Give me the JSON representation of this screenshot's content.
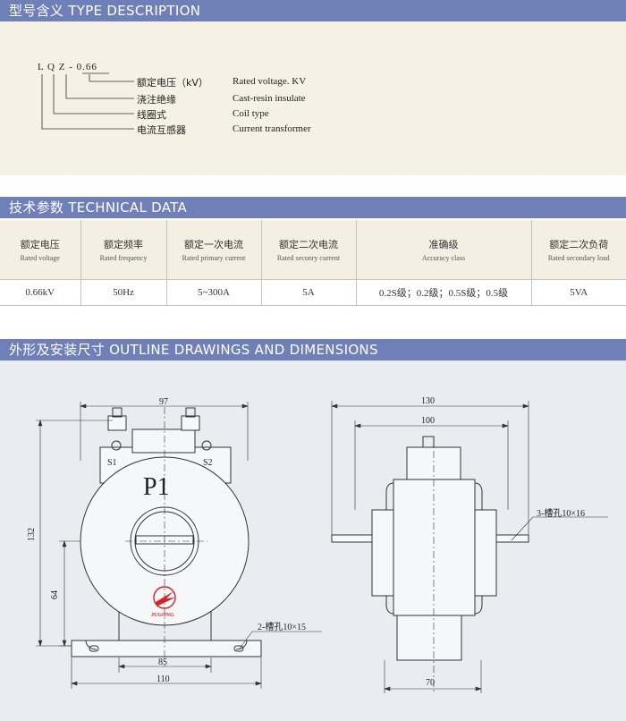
{
  "sections": {
    "type_desc": "型号含义 TYPE DESCRIPTION",
    "tech_data": "技术参数 TECHNICAL DATA",
    "outline": "外形及安装尺寸 OUTLINE DRAWINGS AND DIMENSIONS"
  },
  "type_description": {
    "model": "L Q Z - 0.66",
    "rows": [
      {
        "cn": "额定电压（kV）",
        "en": "Rated voltage. KV"
      },
      {
        "cn": "浇注绝缘",
        "en": "Cast-resin insulate"
      },
      {
        "cn": "线圈式",
        "en": "Coil type"
      },
      {
        "cn": "电流互感器",
        "en": "Current transformer"
      }
    ]
  },
  "technical_data": {
    "headers": [
      {
        "cn": "额定电压",
        "en": "Rated voltage"
      },
      {
        "cn": "额定频率",
        "en": "Rated frequency"
      },
      {
        "cn": "额定一次电流",
        "en": "Rated primary current"
      },
      {
        "cn": "额定二次电流",
        "en": "Rated seconry current"
      },
      {
        "cn": "准确级",
        "en": "Accuracy class"
      },
      {
        "cn": "额定二次负荷",
        "en": "Rated secondary load"
      }
    ],
    "values": [
      "0.66kV",
      "50Hz",
      "5~300A",
      "5A",
      "0.2S级；0.2级；0.5S级；0.5级",
      "5VA"
    ]
  },
  "drawing": {
    "front": {
      "label_p1": "P1",
      "s1": "S1",
      "s2": "S2",
      "logo_text": "JUGONG",
      "dim_width": "97",
      "dim_height": "132",
      "dim_center": "64",
      "dim_base_inner": "85",
      "dim_base_outer": "110",
      "slot_note": "2-槽孔10×15"
    },
    "side": {
      "dim_outer": "130",
      "dim_inner": "100",
      "dim_bottom": "70",
      "slot_note": "3-槽孔10×16"
    }
  },
  "colors": {
    "header_bg": "#6f7fb8",
    "panel_bg": "#f5f1e4",
    "drawing_bg": "#e9ecf1",
    "logo_red": "#d6232a"
  }
}
